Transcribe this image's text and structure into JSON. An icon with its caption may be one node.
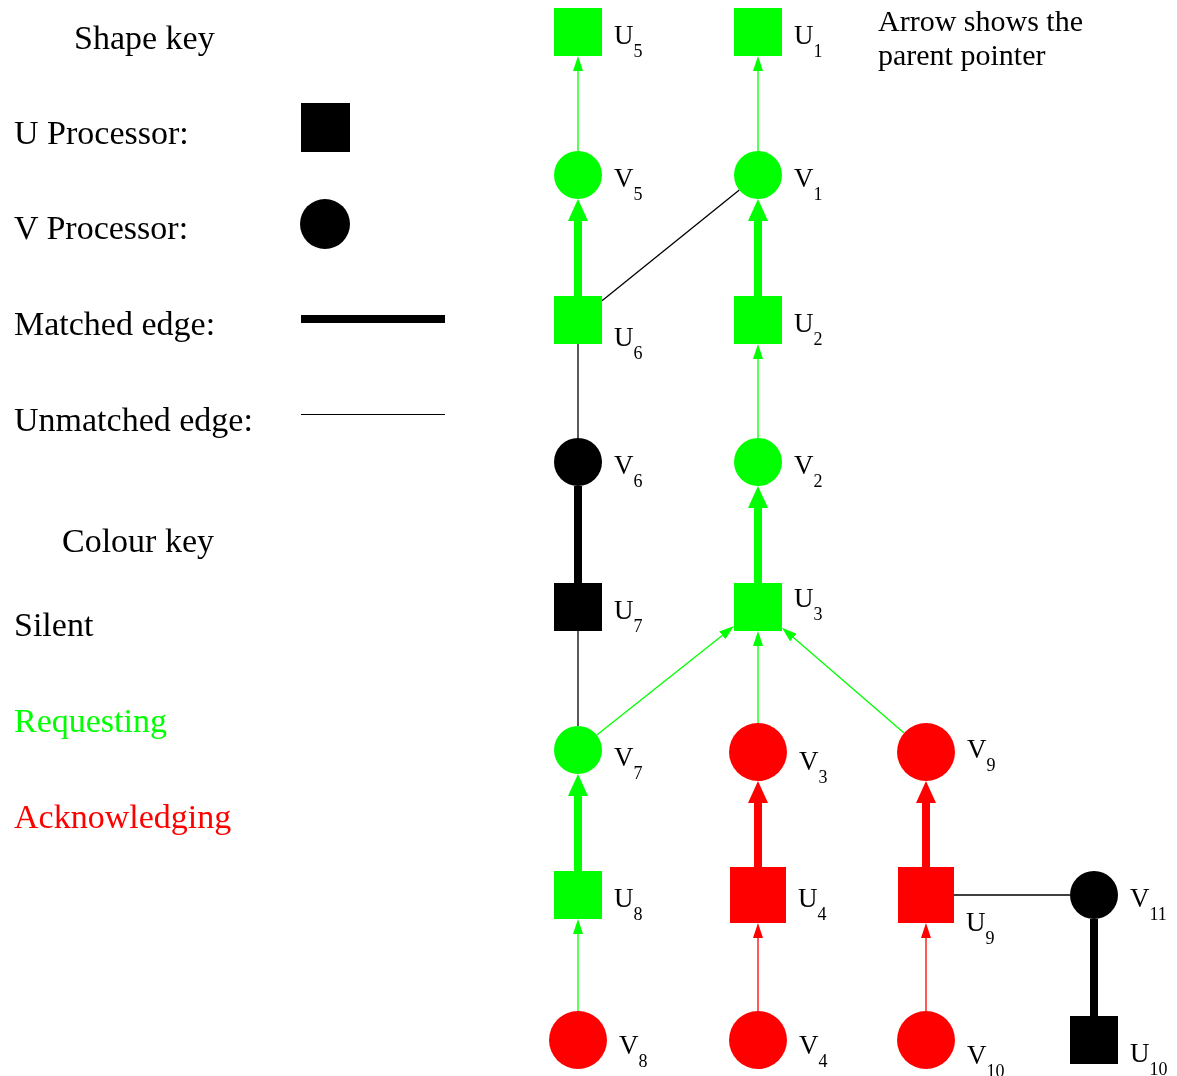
{
  "diagram": {
    "nodes": [
      {
        "text": [],
        "shape": "box",
        "beside": [
          "U$_{5}$"
        ]
      },
      {
        "text": [],
        "shape": "box",
        "beside": [
          "U$_{1}$"
        ]
      },
      {
        "text": [],
        "shape": "circle",
        "beside": [
          "V$_{5}$"
        ]
      },
      {
        "text": [],
        "shape": "circle",
        "beside": [
          "V$_{1}$"
        ]
      },
      {
        "text": [],
        "shape": "box",
        "beside": [
          "U$_{6}$"
        ]
      },
      {
        "text": [],
        "shape": "box",
        "beside": [
          "U$_{2}$"
        ]
      },
      {
        "text": [],
        "shape": "circle",
        "beside": [
          "V$_{6}$"
        ]
      },
      {
        "text": [],
        "shape": "circle",
        "beside": [
          "V$_{2}$"
        ]
      },
      {
        "text": [],
        "shape": "box",
        "beside": [
          "U$_{7}$"
        ]
      },
      {
        "text": [],
        "shape": "box",
        "beside": [
          "U$_{3}$"
        ]
      },
      {
        "text": [],
        "shape": "circle",
        "beside": [
          "V$_{7}$"
        ]
      },
      {
        "text": [],
        "shape": "circle",
        "beside": [
          "V$_{3}$"
        ]
      },
      {
        "text": [],
        "shape": "circle",
        "beside": [
          "V$_{9}$"
        ]
      },
      {
        "text": [],
        "shape": "box",
        "beside": [
          "U$_{8}$"
        ]
      },
      {
        "text": [],
        "shape": "box",
        "beside": [
          "U$_{4}$"
        ]
      },
      {
        "text": [],
        "shape": "box",
        "beside": [
          "U$_{9}$"
        ]
      },
      {
        "text": [],
        "shape": "circle",
        "beside": [
          "V$_{11}$"
        ]
      },
      {
        "text": [],
        "shape": "circle",
        "beside": [
          "V$_{8}$"
        ]
      },
      {
        "text": [],
        "shape": "circle",
        "beside": [
          "V$_{4}$"
        ]
      },
      {
        "text": [],
        "shape": "circle",
        "beside": [
          "V$_{10}$"
        ]
      },
      {
        "text": [],
        "shape": "box",
        "beside": [
          "U$_{10}$"
        ]
      },
      {
        "text": [],
        "shape": "box"
      },
      {
        "text": [],
        "shape": "circle"
      }
    ],
    "edges": [
      {
        "from": 2,
        "to": 0,
        "arrow": "to"
      },
      {
        "from": 3,
        "to": 1,
        "arrow": "to"
      },
      {
        "from": 4,
        "to": 2,
        "arrow": "to",
        "style": "thick"
      },
      {
        "from": 5,
        "to": 3,
        "arrow": "to",
        "style": "thick"
      },
      {
        "from": 4,
        "to": 3,
        "arrow": "none",
        "color": "#000000"
      },
      {
        "from": 4,
        "to": 6,
        "arrow": "none",
        "color": "#000000"
      },
      {
        "from": 7,
        "to": 5,
        "arrow": "to"
      },
      {
        "from": 6,
        "to": 8,
        "arrow": "none",
        "style": "thick",
        "color": "#000000"
      },
      {
        "from": 9,
        "to": 7,
        "arrow": "to",
        "style": "thick"
      },
      {
        "from": 8,
        "to": 10,
        "arrow": "none",
        "color": "#000000"
      },
      {
        "from": 10,
        "to": 9,
        "arrow": "to"
      },
      {
        "from": 11,
        "to": 9,
        "arrow": "to"
      },
      {
        "from": 12,
        "to": 9,
        "arrow": "to"
      },
      {
        "from": 13,
        "to": 10,
        "arrow": "to",
        "style": "thick"
      },
      {
        "from": 14,
        "to": 11,
        "arrow": "to",
        "style": "thick",
        "color": "#ff0000"
      },
      {
        "from": 15,
        "to": 12,
        "arrow": "to",
        "style": "thick",
        "color": "#ff0000"
      },
      {
        "from": 15,
        "to": 16,
        "arrow": "none",
        "color": "#000000"
      },
      {
        "from": 16,
        "to": 20,
        "arrow": "none",
        "style": "thick",
        "color": "#000000"
      },
      {
        "from": 17,
        "to": 13,
        "arrow": "to"
      },
      {
        "from": 18,
        "to": 14,
        "arrow": "to",
        "color": "#ff0000"
      },
      {
        "from": 19,
        "to": 15,
        "arrow": "to",
        "color": "#ff0000"
      }
    ],
    "labels": [
      "Shape key",
      "Colour key",
      "Arrow shows the parent pointer"
    ],
    "legend": [
      {
        "text": "U Processor:"
      },
      {
        "text": "V Processor:"
      },
      {
        "text": "Matched edge:"
      },
      {
        "text": "Unmatched edge:"
      },
      {
        "text": "Silent",
        "color": "#000000"
      },
      {
        "text": "Requesting",
        "color": "#00ff00"
      },
      {
        "text": "Acknowledging",
        "color": "#ff0000"
      }
    ]
  }
}
